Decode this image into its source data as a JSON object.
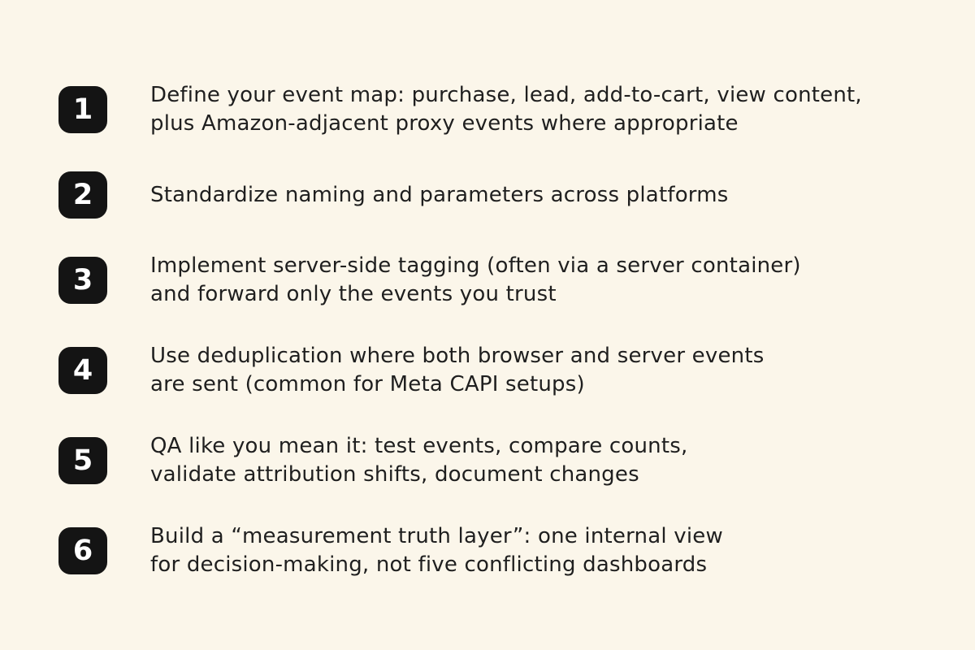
{
  "page": {
    "background_color": "#FBF6EA",
    "badge_color": "#141414",
    "badge_text_color": "#FFFFFF",
    "text_color": "#1F1F1F"
  },
  "list": {
    "items": [
      {
        "number": "1",
        "lines": [
          "Define your event map: purchase, lead, add-to-cart, view content,",
          "plus Amazon-adjacent proxy events where appropriate"
        ]
      },
      {
        "number": "2",
        "lines": [
          "Standardize naming and parameters across platforms"
        ]
      },
      {
        "number": "3",
        "lines": [
          "Implement server-side tagging (often via a server container)",
          "and forward only the events you trust"
        ]
      },
      {
        "number": "4",
        "lines": [
          "Use deduplication where both browser and server events",
          "are sent (common for Meta CAPI setups)"
        ]
      },
      {
        "number": "5",
        "lines": [
          "QA like you mean it: test events, compare counts,",
          "validate attribution shifts, document changes"
        ]
      },
      {
        "number": "6",
        "lines": [
          "Build a “measurement truth layer”: one internal view",
          "for decision-making, not five conflicting dashboards"
        ]
      }
    ]
  }
}
